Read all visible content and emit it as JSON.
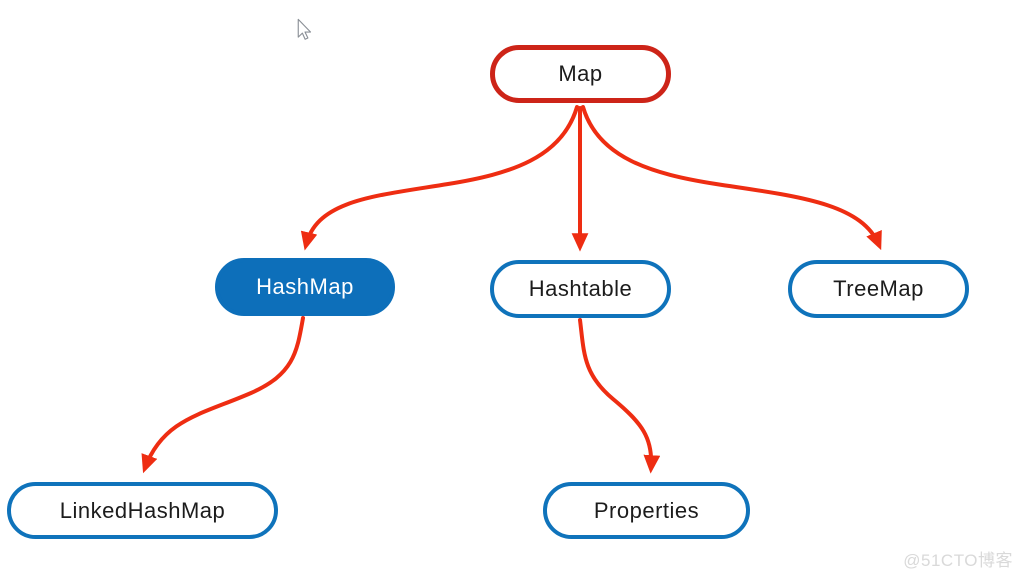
{
  "diagram": {
    "type": "hierarchy-flowchart",
    "nodes": [
      {
        "id": "map",
        "label": "Map",
        "style": "red-outline"
      },
      {
        "id": "hashmap",
        "label": "HashMap",
        "style": "blue-filled"
      },
      {
        "id": "hashtable",
        "label": "Hashtable",
        "style": "blue-outline"
      },
      {
        "id": "treemap",
        "label": "TreeMap",
        "style": "blue-outline"
      },
      {
        "id": "linkedhashmap",
        "label": "LinkedHashMap",
        "style": "blue-outline"
      },
      {
        "id": "properties",
        "label": "Properties",
        "style": "blue-outline"
      }
    ],
    "edges": [
      {
        "from": "Map",
        "to": "HashMap"
      },
      {
        "from": "Map",
        "to": "Hashtable"
      },
      {
        "from": "Map",
        "to": "TreeMap"
      },
      {
        "from": "HashMap",
        "to": "LinkedHashMap"
      },
      {
        "from": "Hashtable",
        "to": "Properties"
      }
    ],
    "colors": {
      "arrow_red": "#ee2d12",
      "map_border_red": "#cd2418",
      "node_border_blue": "#0f73bb",
      "hashmap_fill_blue": "#0d6fba",
      "label_text": "#1c1c1c",
      "watermark_gray": "#d9d9d9"
    }
  },
  "watermark": {
    "text": "@51CTO博客"
  }
}
